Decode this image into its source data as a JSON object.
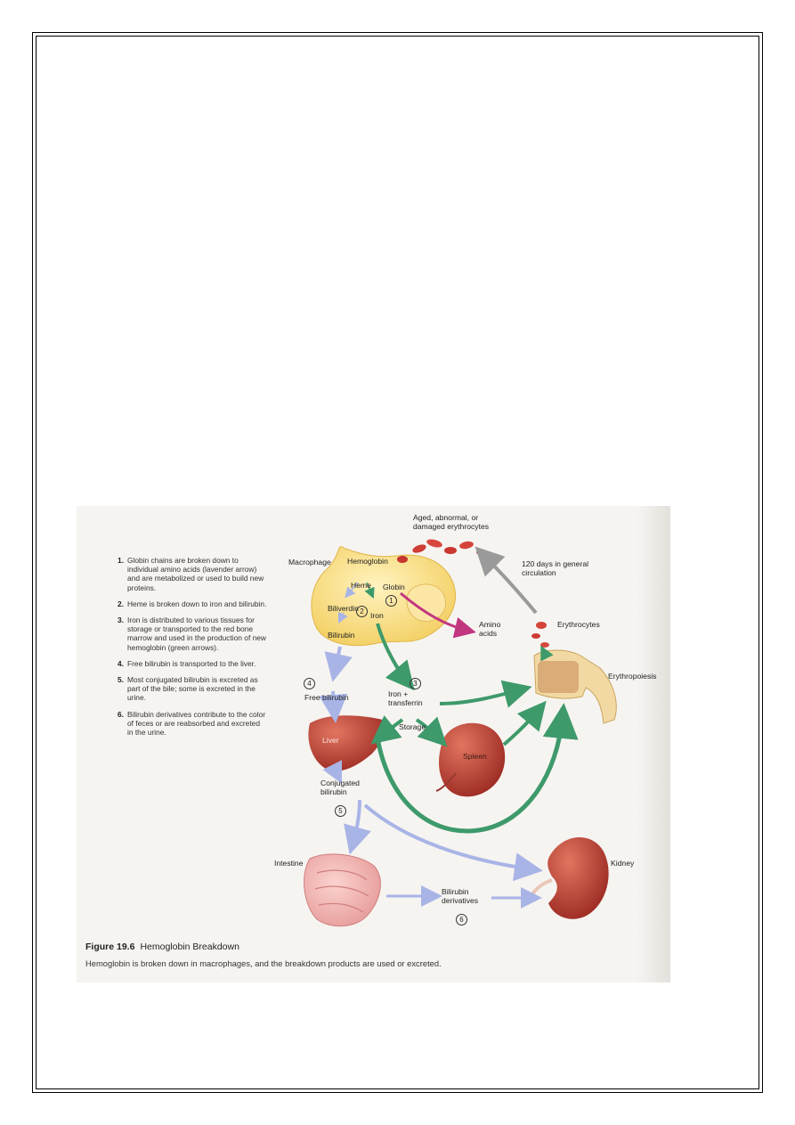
{
  "figure": {
    "steps": [
      {
        "num": "1.",
        "text": "Globin chains are broken down to individual amino acids (lavender arrow) and are metabolized or used to build new proteins."
      },
      {
        "num": "2.",
        "text": "Heme is broken down to iron and bilirubin."
      },
      {
        "num": "3.",
        "text": "Iron is distributed to various tissues for storage or transported to the red bone marrow and used in the production of new hemoglobin (green arrows)."
      },
      {
        "num": "4.",
        "text": "Free bilirubin is transported to the liver."
      },
      {
        "num": "5.",
        "text": "Most conjugated bilirubin is excreted as part of the bile; some is excreted in the urine."
      },
      {
        "num": "6.",
        "text": "Bilirubin derivatives contribute to the color of feces or are reabsorbed and excreted in the urine."
      }
    ],
    "labels": {
      "aged_erythrocytes": "Aged, abnormal, or damaged erythrocytes",
      "macrophage": "Macrophage",
      "hemoglobin": "Hemoglobin",
      "heme": "Heme",
      "globin": "Globin",
      "biliverdin": "Biliverdin",
      "iron": "Iron",
      "bilirubin": "Bilirubin",
      "amino_acids": "Amino acids",
      "days_circulation": "120 days in general circulation",
      "erythrocytes": "Erythrocytes",
      "erythropoiesis": "Erythropoiesis",
      "free_bilirubin": "Free bilirubin",
      "iron_transferrin": "Iron + transferrin",
      "storage": "Storage",
      "liver": "Liver",
      "spleen": "Spleen",
      "conjugated_bilirubin": "Conjugated bilirubin",
      "intestine": "Intestine",
      "kidney": "Kidney",
      "bilirubin_derivatives": "Bilirubin derivatives"
    },
    "step_markers": [
      "1",
      "2",
      "3",
      "4",
      "5",
      "6"
    ],
    "caption": {
      "number": "Figure 19.6",
      "title": "Hemoglobin Breakdown",
      "text": "Hemoglobin is broken down in macrophages, and the breakdown products are used or excreted."
    },
    "colors": {
      "lavender_arrow": "#a9b4e6",
      "green_arrow": "#3e9a6b",
      "gray_arrow": "#9a9a9a",
      "magenta_arrow": "#c2367f",
      "macrophage": "#f9dd7e",
      "organ_red": "#b83a2e"
    }
  }
}
